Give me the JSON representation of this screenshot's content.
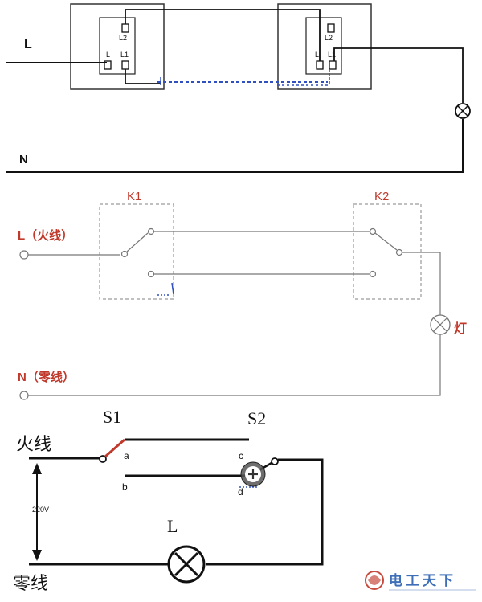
{
  "colors": {
    "wire": "#111111",
    "accent_red": "#c0392b",
    "dashed_blue": "#3050c0",
    "box_grey": "#9a9a9a",
    "faint_wire": "#777777"
  },
  "diagram1": {
    "line_label": "L",
    "neutral_label": "N",
    "left_switch": {
      "l2": "L2",
      "l": "L",
      "l1": "L1"
    },
    "right_switch": {
      "l2": "L2",
      "l": "L",
      "l1": "L1"
    }
  },
  "diagram2": {
    "k1_label": "K1",
    "k2_label": "K2",
    "live_label": "L（火线）",
    "neutral_label": "N（零线）",
    "lamp_label": "灯"
  },
  "diagram3": {
    "s1_label": "S1",
    "s2_label": "S2",
    "live_label": "火线",
    "neutral_label": "零线",
    "voltage_label": "220V",
    "lamp_label": "L",
    "a": "a",
    "b": "b",
    "c": "c",
    "d": "d"
  },
  "watermark": {
    "text": "电工天下"
  },
  "icons": {
    "cursor": "plus-cursor-icon",
    "logo": "logo-mark-icon"
  }
}
